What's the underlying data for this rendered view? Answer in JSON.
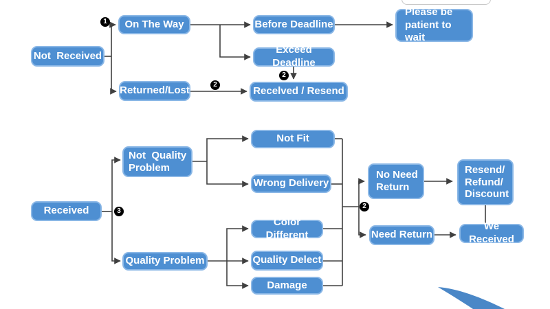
{
  "diagram": {
    "type": "flowchart",
    "topic": "order-delivery-service-flow",
    "nodes": {
      "not_received": {
        "label": "Not  Received"
      },
      "on_the_way": {
        "label": "On The Way"
      },
      "before_deadline": {
        "label": "Before Deadline"
      },
      "exceed_deadline": {
        "label": "Exceed Deadline"
      },
      "please_wait": {
        "label": "Please be\npatient to wait"
      },
      "returned_lost": {
        "label": "Returned/Lost"
      },
      "recelved_resend": {
        "label": "Recelved / Resend"
      },
      "received": {
        "label": "Received"
      },
      "not_quality_problem": {
        "label": "Not  Quality\nProblem"
      },
      "not_fit": {
        "label": "Not Fit"
      },
      "wrong_delivery": {
        "label": "Wrong Delivery"
      },
      "quality_problem": {
        "label": "Quality Problem"
      },
      "color_different": {
        "label": "Color Different"
      },
      "quality_delect": {
        "label": "Quality Delect"
      },
      "damage": {
        "label": "Damage"
      },
      "no_need_return": {
        "label": "No Need\nReturn"
      },
      "resend_refund_discount": {
        "label": "Resend/\nRefund/\nDiscount"
      },
      "need_return": {
        "label": "Need Return"
      },
      "we_received": {
        "label": "We Received"
      }
    },
    "badges": {
      "step1_on_the_way": "1",
      "step2_returned_lost": "2",
      "step2_exceed_deadline": "2",
      "step3_received": "3",
      "step2_return_split": "2"
    },
    "colors": {
      "node_fill": "#4e8fd2",
      "node_border": "#8ab7e6",
      "node_text": "#ffffff",
      "connector": "#404040",
      "badge_bg": "#000000",
      "badge_text": "#ffffff",
      "swoosh": "#4a87c7"
    }
  }
}
